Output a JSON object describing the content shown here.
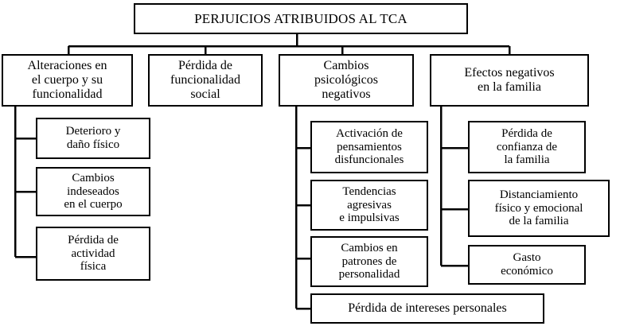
{
  "diagram": {
    "title": "PERJUICIOS ATRIBUIDOS AL TCA",
    "language": "es",
    "type": "hierarchical-tree",
    "colors": {
      "background": "#ffffff",
      "box_border": "#000000",
      "box_fill": "#ffffff",
      "text": "#000000",
      "connector": "#000000"
    },
    "root": {
      "label": "PERJUICIOS ATRIBUIDOS AL TCA"
    },
    "branches": [
      {
        "id": "alteraciones-cuerpo",
        "label": "Alteraciones en\nel cuerpo y su\nfuncionalidad",
        "children": [
          {
            "id": "deterioro-dano-fisico",
            "label": "Deterioro y\ndaño físico"
          },
          {
            "id": "cambios-indeseados-cuerpo",
            "label": "Cambios\nindeseados\nen el cuerpo"
          },
          {
            "id": "perdida-actividad-fisica",
            "label": "Pérdida de\nactividad\nfísica"
          }
        ]
      },
      {
        "id": "perdida-funcionalidad-social",
        "label": "Pérdida de\nfuncionalidad\nsocial",
        "children": []
      },
      {
        "id": "cambios-psicologicos-negativos",
        "label": "Cambios\npsicológicos\nnegativos",
        "children": [
          {
            "id": "activacion-pensamientos-disfuncionales",
            "label": "Activación de\npensamientos\ndisfuncionales"
          },
          {
            "id": "tendencias-agresivas-impulsivas",
            "label": "Tendencias\nagresivas\ne impulsivas"
          },
          {
            "id": "cambios-patrones-personalidad",
            "label": "Cambios en\npatrones de\npersonalidad"
          },
          {
            "id": "perdida-intereses-personales",
            "label": "Pérdida de intereses personales"
          }
        ]
      },
      {
        "id": "efectos-negativos-familia",
        "label": "Efectos negativos\nen la familia",
        "children": [
          {
            "id": "perdida-confianza-familia",
            "label": "Pérdida de\nconfianza de\nla familia"
          },
          {
            "id": "distanciamiento-fisico-emocional",
            "label": "Distanciamiento\nfísico y emocional\nde  la familia"
          },
          {
            "id": "gasto-economico",
            "label": "Gasto\neconómico"
          }
        ]
      }
    ]
  }
}
